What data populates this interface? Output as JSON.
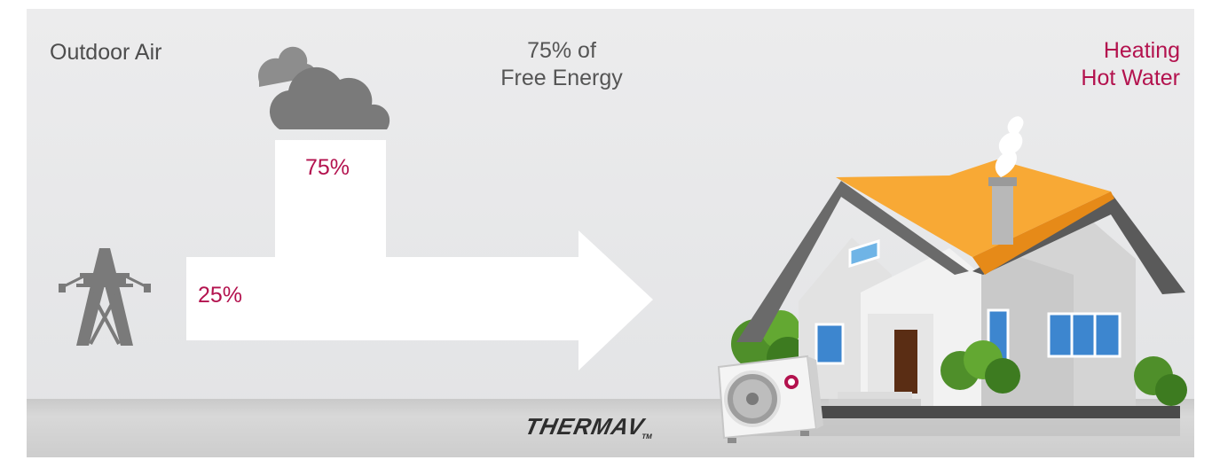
{
  "labels": {
    "outdoor_air": "Outdoor Air",
    "free_energy_line1": "75% of",
    "free_energy_line2": "Free Energy",
    "output_line1": "Heating",
    "output_line2": "Hot Water",
    "share_air": "75%",
    "share_electric": "25%"
  },
  "brand": {
    "name": "THERMAV",
    "mark": "TM"
  },
  "icons": [
    "cloud-icon",
    "power-tower-icon",
    "house-illustration",
    "heat-pump-unit",
    "lg-logo"
  ],
  "colors": {
    "accent": "#b3124e",
    "text": "#4d4d4d",
    "icon": "#7a7a7a",
    "arrow": "#ffffff",
    "roof": "#f8a935"
  }
}
